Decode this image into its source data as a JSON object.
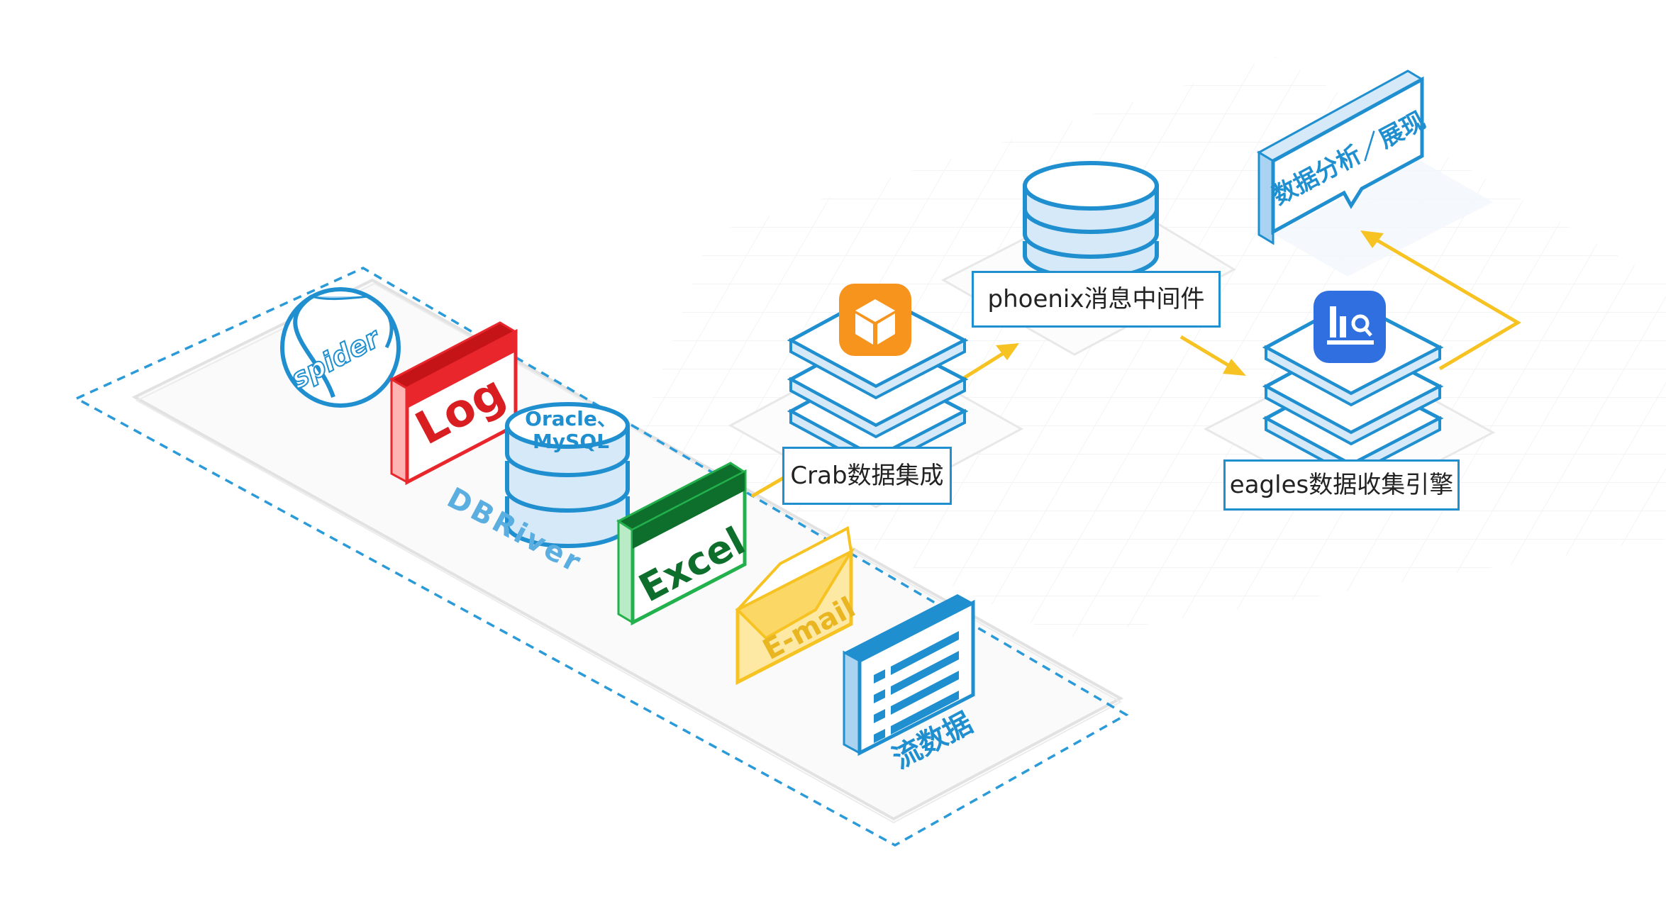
{
  "sources": {
    "spider": "spider",
    "log": "Log",
    "db_line1": "Oracle、",
    "db_line2": "MySQL",
    "dbriver": "DBRiver",
    "excel": "Excel",
    "email": "E-mail",
    "stream": "流数据"
  },
  "nodes": {
    "crab": "Crab数据集成",
    "phoenix": "phoenix消息中间件",
    "eagles": "eagles数据收集引擎",
    "analysis": "数据分析／展现"
  },
  "colors": {
    "blue": "#1f8fd0",
    "light_blue": "#d6e9f8",
    "red": "#e8262b",
    "green": "#22b14c",
    "dark_green": "#0e6e2c",
    "yellow": "#f6c322",
    "orange": "#f7941d",
    "icon_blue": "#2f6fe0"
  },
  "icons": [
    "globe-icon",
    "cube-icon",
    "chart-search-icon",
    "database-icon",
    "envelope-icon",
    "list-icon"
  ]
}
